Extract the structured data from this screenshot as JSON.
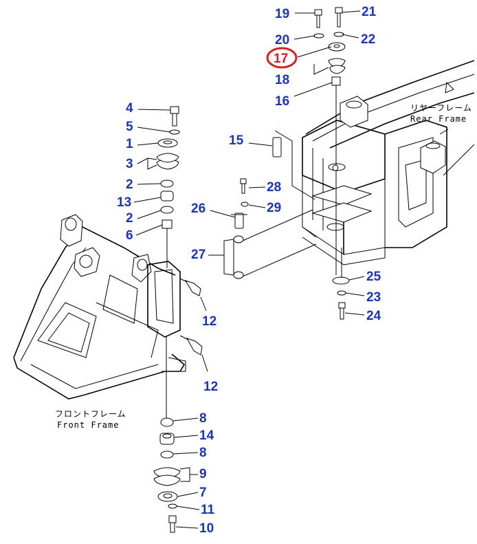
{
  "highlight": {
    "part": "17",
    "color": "#d42020"
  },
  "number_color": "#1a35b3",
  "frames": {
    "rear": {
      "jp": "リヤーフレーム",
      "en": "Rear Frame"
    },
    "front": {
      "jp": "フロントフレーム",
      "en": "Front Frame"
    }
  },
  "callouts": [
    {
      "id": "19",
      "text": "19"
    },
    {
      "id": "21",
      "text": "21"
    },
    {
      "id": "20",
      "text": "20"
    },
    {
      "id": "22",
      "text": "22"
    },
    {
      "id": "17",
      "text": "17"
    },
    {
      "id": "18",
      "text": "18"
    },
    {
      "id": "16",
      "text": "16"
    },
    {
      "id": "15",
      "text": "15"
    },
    {
      "id": "4",
      "text": "4"
    },
    {
      "id": "5",
      "text": "5"
    },
    {
      "id": "1",
      "text": "1"
    },
    {
      "id": "3",
      "text": "3"
    },
    {
      "id": "2a",
      "text": "2"
    },
    {
      "id": "13",
      "text": "13"
    },
    {
      "id": "2b",
      "text": "2"
    },
    {
      "id": "6",
      "text": "6"
    },
    {
      "id": "28",
      "text": "28"
    },
    {
      "id": "29",
      "text": "29"
    },
    {
      "id": "26",
      "text": "26"
    },
    {
      "id": "27",
      "text": "27"
    },
    {
      "id": "25",
      "text": "25"
    },
    {
      "id": "23",
      "text": "23"
    },
    {
      "id": "24",
      "text": "24"
    },
    {
      "id": "12a",
      "text": "12"
    },
    {
      "id": "12b",
      "text": "12"
    },
    {
      "id": "8a",
      "text": "8"
    },
    {
      "id": "14",
      "text": "14"
    },
    {
      "id": "8b",
      "text": "8"
    },
    {
      "id": "9",
      "text": "9"
    },
    {
      "id": "7",
      "text": "7"
    },
    {
      "id": "11",
      "text": "11"
    },
    {
      "id": "10",
      "text": "10"
    }
  ]
}
